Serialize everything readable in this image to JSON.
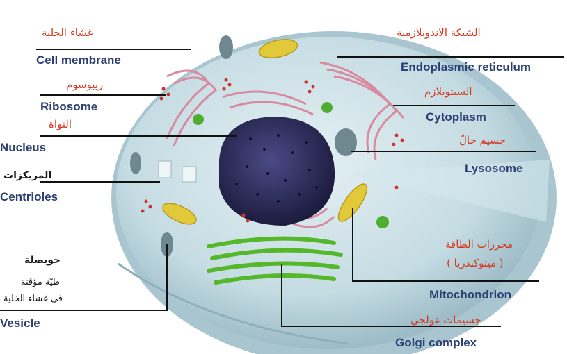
{
  "labels": {
    "cell_membrane": {
      "en": "Cell membrane",
      "ar": "غشاء الخلية"
    },
    "ribosome": {
      "en": "Ribosome",
      "ar": "ريبوسوم"
    },
    "nucleus": {
      "en": "Nucleus",
      "ar": "النواة"
    },
    "centrioles": {
      "en": "Centrioles",
      "ar": "المريكزات"
    },
    "vesicle": {
      "en": "Vesicle",
      "ar_title": "حويصلة",
      "ar_line1": "طيّة مؤقتة",
      "ar_line2": "في غشاء الخلية"
    },
    "endoplasmic_reticulum": {
      "en": "Endoplasmic reticulum",
      "ar": "الشبكة الاندوبلازمية"
    },
    "cytoplasm": {
      "en": "Cytoplasm",
      "ar": "السيتوبلازم"
    },
    "lysosome": {
      "en": "Lysosome",
      "ar": "جسيم حالّ"
    },
    "mitochondrion": {
      "en": "Mitochondrion",
      "ar_line1": "محررات الطاقة",
      "ar_line2": "( ميتوكندريا )"
    },
    "golgi": {
      "en": "Golgi complex",
      "ar": "جسيمات غولجي"
    }
  },
  "colors": {
    "english_label": "#2c3f73",
    "arabic_label": "#d8361c",
    "cell_body": "#c9dfe6",
    "nucleus": "#2a2a55",
    "golgi": "#55b82a",
    "mitochondria": "#e2c93a",
    "er": "#d98aa0",
    "ribosome": "#d0342b"
  }
}
